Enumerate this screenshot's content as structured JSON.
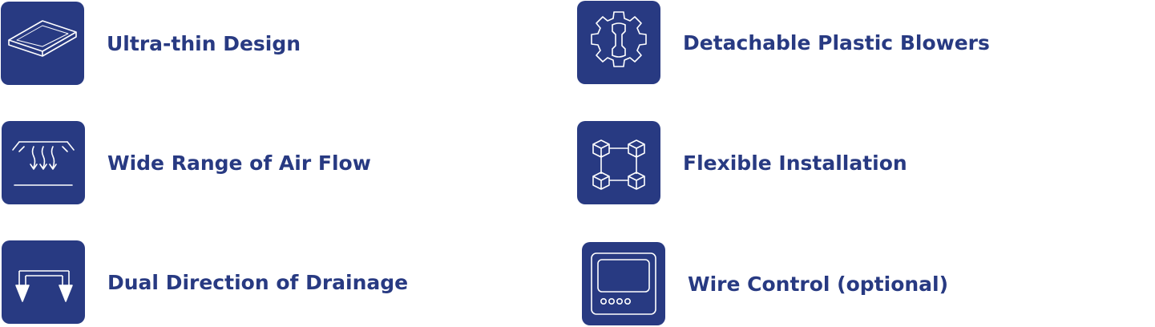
{
  "colors": {
    "accent": "#283a82",
    "icon_stroke": "#ffffff",
    "background": "#ffffff"
  },
  "features": [
    {
      "label": "Ultra-thin Design",
      "icon": "thin-panel-icon"
    },
    {
      "label": "Detachable Plastic Blowers",
      "icon": "gear-wrench-icon"
    },
    {
      "label": "Wide Range of Air Flow",
      "icon": "airflow-icon"
    },
    {
      "label": "Flexible Installation",
      "icon": "connected-cubes-icon"
    },
    {
      "label": "Dual Direction of Drainage",
      "icon": "drainage-arrows-icon"
    },
    {
      "label": "Wire Control (optional)",
      "icon": "wire-controller-icon"
    }
  ]
}
